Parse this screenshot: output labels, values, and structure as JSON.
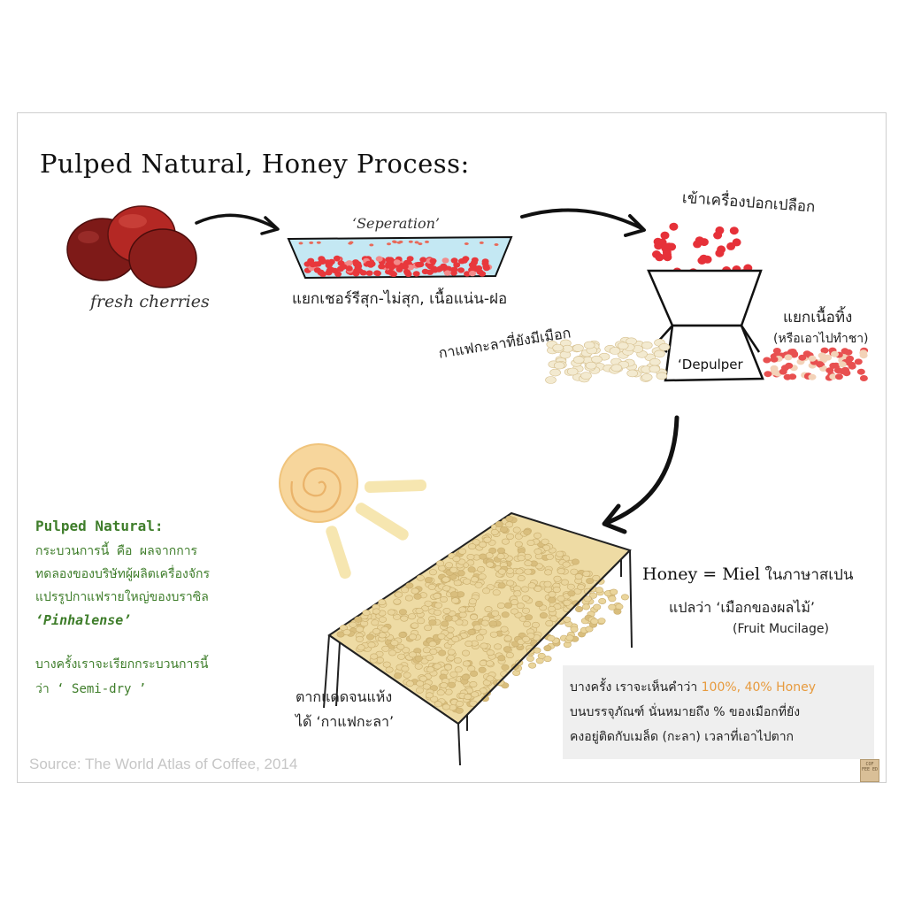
{
  "title": "Pulped Natural, Honey Process:",
  "steps": {
    "cherries_label": "fresh cherries",
    "separation_label": "‘Seperation’",
    "separation_desc": "แยกเชอร์รีสุก-ไม่สุก, เนื้อแน่น-ฝอ",
    "depulper_top": "เข้าเครื่องปอกเปลือก",
    "depulper_label": "‘Depulper",
    "mucilage_beans": "กาแฟกะลาที่ยังมีเมือก",
    "pulp_out_1": "แยกเนื้อทิ้ง",
    "pulp_out_2": "(หรือเอาไปทำชา)",
    "drying_1": "ตากแดดจนแห้ง",
    "drying_2": "ได้ ‘กาแฟกะลา’"
  },
  "side_note": {
    "heading": "Pulped Natural:",
    "lines": [
      "กระบวนการนี้ คือ ผลจากการ",
      "ทดลองของบริษัทผู้ผลิตเครื่องจักร",
      "แปรรูปกาแฟรายใหญ่ของบราซิล",
      "‘Pinhalense’"
    ],
    "line5": "บางครั้งเราจะเรียกกระบวนการนี้",
    "line6": "ว่า ‘ Semi-dry ’"
  },
  "honey": {
    "line1_a": "Honey = Miel",
    "line1_b": " ในภาษาสเปน",
    "line2": "แปลว่า ‘เมือกของผลไม้’",
    "line3": "(Fruit Mucilage)"
  },
  "info_box": {
    "line1_a": "บางครั้ง เราจะเห็นคำว่า ",
    "line1_b": "100%, 40% Honey",
    "line2": "บนบรรจุภัณฑ์  นั่นหมายถึง % ของเมือกที่ยัง",
    "line3": "คงอยู่ติดกับเมล็ด (กะลา) เวลาที่เอาไปตาก"
  },
  "source": "Source: The World Atlas of Coffee, 2014",
  "logo": {
    "text": "COF FEE ED"
  },
  "colors": {
    "cherry": "#8e1d1a",
    "bean_red": "#e8383c",
    "water": "#bfe6f2",
    "dry_bean": "#e8d39a",
    "sun": "#f6d59a",
    "green_text": "#3e7d2a",
    "orange_text": "#e79a3d"
  }
}
